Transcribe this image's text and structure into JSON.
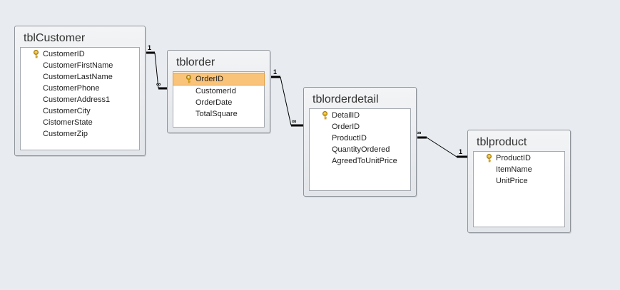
{
  "tables": {
    "customer": {
      "name": "tblCustomer",
      "fields": [
        "CustomerID",
        "CustomerFirstName",
        "CustomerLastName",
        "CustomerPhone",
        "CustomerAddress1",
        "CustomerCity",
        "CistomerState",
        "CustomerZip"
      ]
    },
    "order": {
      "name": "tblorder",
      "fields": [
        "OrderID",
        "CustomerId",
        "OrderDate",
        "TotalSquare"
      ]
    },
    "orderdetail": {
      "name": "tblorderdetail",
      "fields": [
        "DetailID",
        "OrderID",
        "ProductID",
        "QuantityOrdered",
        "AgreedToUnitPrice"
      ]
    },
    "product": {
      "name": "tblproduct",
      "fields": [
        "ProductID",
        "ItemName",
        "UnitPrice"
      ]
    }
  },
  "relationships": [
    {
      "one": "1",
      "many": "∞"
    },
    {
      "one": "1",
      "many": "∞"
    },
    {
      "one": "1",
      "many": "∞"
    }
  ],
  "colors": {
    "background": "#e8ecf0",
    "selected_field": "#f9c37a",
    "key_icon": "#d4a017"
  },
  "icons": {
    "primary_key": "key-icon"
  }
}
